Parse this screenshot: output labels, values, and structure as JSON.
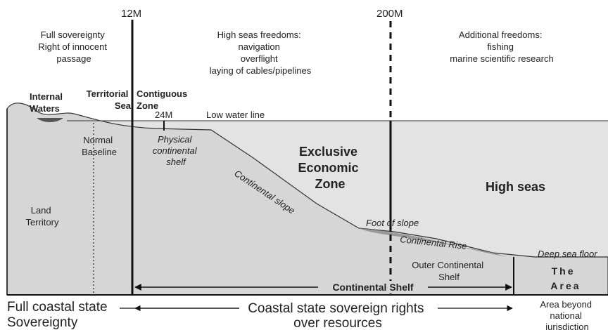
{
  "header": {
    "marker_12m": "12M",
    "marker_200m": "200M"
  },
  "top_notes": {
    "sovereignty": [
      "Full sovereignty",
      "Right of innocent",
      "passage"
    ],
    "high_seas_freedoms": [
      "High seas freedoms:",
      "navigation",
      "overflight",
      "laying of cables/pipelines"
    ],
    "additional_freedoms": [
      "Additional freedoms:",
      "fishing",
      "marine scientific research"
    ]
  },
  "zones": {
    "internal_waters": [
      "Internal",
      "Waters"
    ],
    "territorial_sea": [
      "Territorial",
      "Sea"
    ],
    "contiguous_zone": [
      "Contiguous",
      "Zone"
    ],
    "marker_24m": "24M",
    "low_water_line": "Low water line",
    "normal_baseline": [
      "Normal",
      "Baseline"
    ],
    "physical_shelf": [
      "Physical",
      "continental",
      "shelf"
    ],
    "continental_slope": "Continental slope",
    "eez": [
      "Exclusive",
      "Economic",
      "Zone"
    ],
    "high_seas": "High seas",
    "foot_of_slope": "Foot of slope",
    "continental_rise": "Continental Rise",
    "outer_shelf": [
      "Outer Continental",
      "Shelf"
    ],
    "deep_sea_floor": "Deep sea floor",
    "land_territory": [
      "Land",
      "Territory"
    ],
    "the_area": [
      "The",
      "Area"
    ]
  },
  "bottom": {
    "continental_shelf": "Continental Shelf",
    "full_coastal": [
      "Full coastal state",
      "Sovereignty"
    ],
    "coastal_rights": [
      "Coastal state sovereign rights",
      "over resources"
    ],
    "beyond_jurisdiction": [
      "Area beyond",
      "national",
      "jurisdiction"
    ]
  },
  "colors": {
    "sea": "#e3e3e3",
    "land": "#d6d6d6",
    "rise": "#9a9a9a",
    "line": "#111111"
  }
}
